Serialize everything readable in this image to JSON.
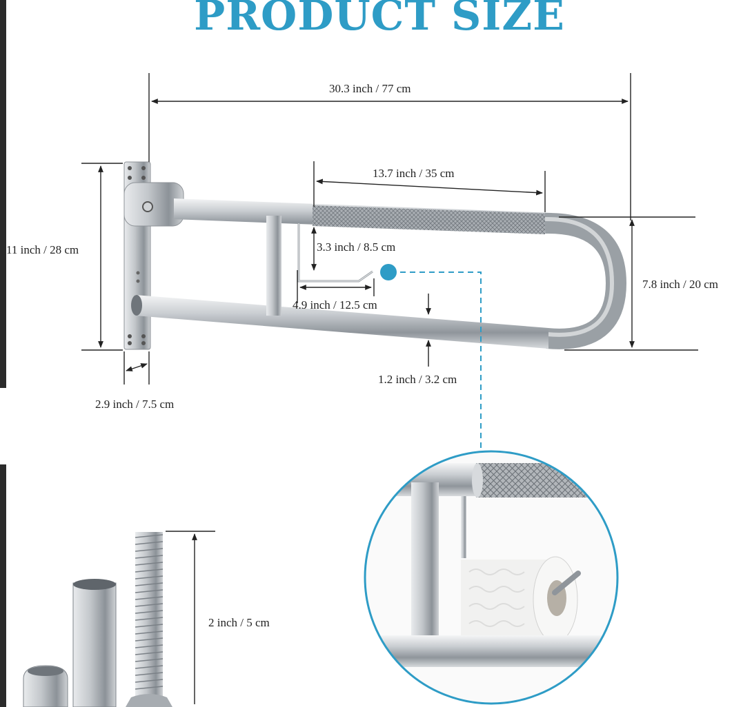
{
  "header": {
    "title": "PRODUCT SIZE"
  },
  "dimensions": {
    "total_length": "30.3 inch / 77 cm",
    "grip_length": "13.7 inch / 35 cm",
    "height": "11 inch / 28 cm",
    "holder_drop": "3.3 inch / 8.5 cm",
    "holder_length": "4.9 inch / 12.5 cm",
    "bar_span": "7.8 inch / 20 cm",
    "tube_diameter": "1.2 inch / 3.2 cm",
    "plate_width": "2.9 inch / 7.5 cm",
    "anchor_length": "2 inch / 5 cm"
  },
  "colors": {
    "accent": "#2e9cc6",
    "steel": "#b9bdc1",
    "dim_line": "#222222"
  }
}
